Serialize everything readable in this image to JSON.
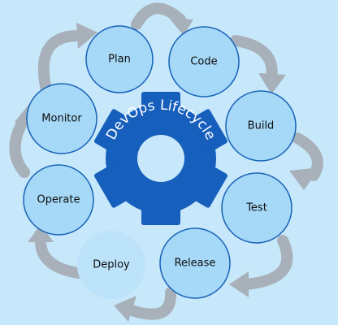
{
  "title": "DevOps Lifecycle",
  "stages": [
    {
      "id": "plan",
      "label": "Plan"
    },
    {
      "id": "code",
      "label": "Code"
    },
    {
      "id": "build",
      "label": "Build"
    },
    {
      "id": "test",
      "label": "Test"
    },
    {
      "id": "release",
      "label": "Release"
    },
    {
      "id": "deploy",
      "label": "Deploy"
    },
    {
      "id": "operate",
      "label": "Operate"
    },
    {
      "id": "monitor",
      "label": "Monitor"
    }
  ],
  "colors": {
    "background": "#c7e7fa",
    "circle_fill": "#a6d9f7",
    "circle_fill_light": "#bde3fa",
    "circle_stroke": "#1662b8",
    "gear": "#175fbd",
    "arrow": "#a8b1ba",
    "text": "#0c0c0c",
    "gear_text": "#ffffff"
  }
}
